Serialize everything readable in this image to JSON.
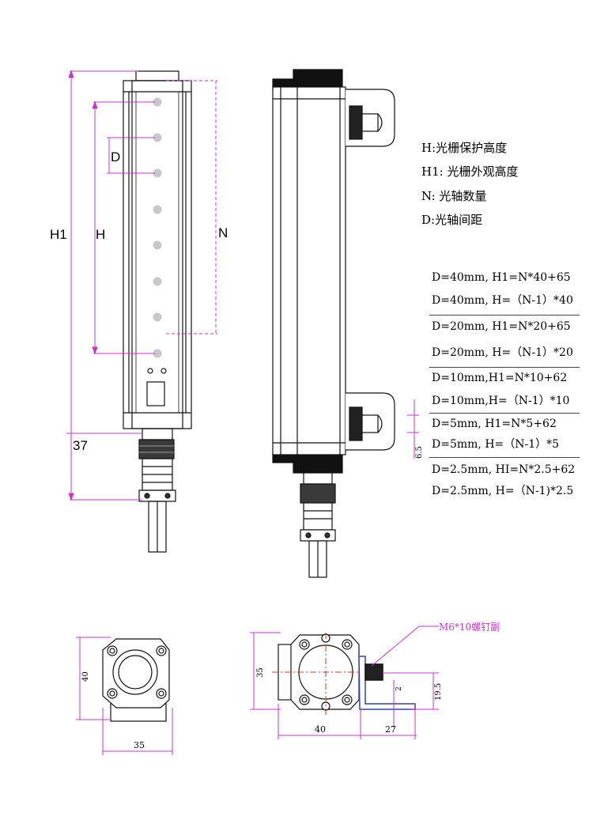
{
  "dimension_labels": {
    "h1": "H1",
    "h": "H",
    "n": "N",
    "d": "D",
    "bottom_37": "37",
    "side_6_5": "6.5",
    "bottom_left_width": "35",
    "bottom_left_height": "40",
    "bottom_right_height": "35",
    "bottom_right_width": "40",
    "bottom_right_27": "27",
    "bottom_right_2": "2",
    "bottom_right_19_5": "19.5",
    "screw_callout": "M6*10螺钉副"
  },
  "legend": [
    "H:光栅保护高度",
    "H1: 光栅外观高度",
    "N: 光轴数量",
    "D:光轴间距"
  ],
  "formulas": [
    [
      "D=40mm, H1=N*40+65",
      "D=40mm, H=（N-1）*40"
    ],
    [
      "D=20mm, H1=N*20+65",
      "D=20mm, H=（N-1）*20"
    ],
    [
      "D=10mm,H1=N*10+62",
      "D=10mm,H=（N-1）*10"
    ],
    [
      "D=5mm, H1=N*5+62",
      "D=5mm, H=（N-1）*5"
    ],
    [
      "D=2.5mm, HI=N*2.5+62",
      "D=2.5mm, H=（N-1)*2.5"
    ]
  ],
  "colors": {
    "dimension": "#cc33cc",
    "outline": "#111111",
    "led": "#c8c8c8",
    "center_line": "#e03030",
    "bracket": "#3344aa"
  }
}
